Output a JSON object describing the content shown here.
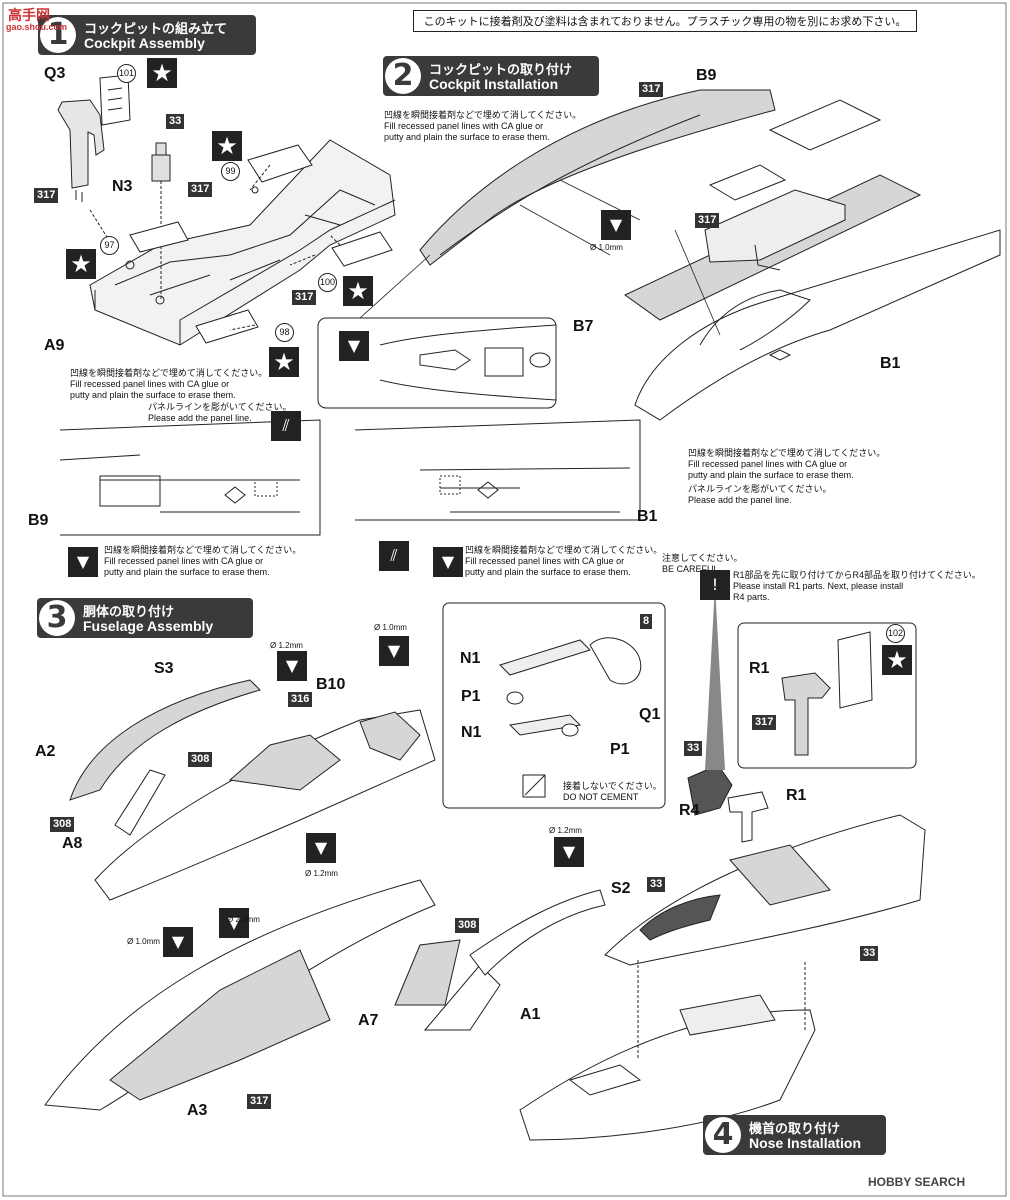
{
  "warning": "このキットに接着剤及び塗料は含まれておりません。プラスチック専用の物を別にお求め下さい。",
  "steps": [
    {
      "num": "1",
      "jp": "コックピットの組み立て",
      "en": "Cockpit Assembly"
    },
    {
      "num": "2",
      "jp": "コックピットの取り付け",
      "en": "Cockpit Installation"
    },
    {
      "num": "3",
      "jp": "胴体の取り付け",
      "en": "Fuselage Assembly"
    },
    {
      "num": "4",
      "jp": "機首の取り付け",
      "en": "Nose Installation"
    }
  ],
  "notes": {
    "fill_jp": "凹線を瞬間接着剤などで埋めて消してください。",
    "fill_en1": "Fill recessed panel lines with CA glue or",
    "fill_en2": "putty and plain the surface to erase them.",
    "panel_jp": "パネルラインを彫がいてください。",
    "panel_en": "Please add the panel line.",
    "careful_jp": "注意してください。",
    "careful_en": "BE CAREFUL",
    "r1_jp": "R1部品を先に取り付けてからR4部品を取り付けてください。",
    "r1_en1": "Please install R1 parts. Next, please install",
    "r1_en2": "R4 parts.",
    "nocement_jp": "接着しないでください。",
    "nocement_en": "DO NOT CEMENT"
  },
  "parts": {
    "q3": "Q3",
    "n3": "N3",
    "a9": "A9",
    "b9a": "B9",
    "b7": "B7",
    "b1a": "B1",
    "b9b": "B9",
    "b1b": "B1",
    "s3": "S3",
    "a2": "A2",
    "a8": "A8",
    "b10": "B10",
    "n1a": "N1",
    "p1a": "P1",
    "n1b": "N1",
    "p1b": "P1",
    "q1": "Q1",
    "a7": "A7",
    "a1": "A1",
    "a3": "A3",
    "s2": "S2",
    "r1a": "R1",
    "r4": "R4",
    "r1b": "R1"
  },
  "paint_codes": {
    "c317a": "317",
    "c317b": "317",
    "c317c": "317",
    "c317d": "317",
    "c317e": "317",
    "c317f": "317",
    "c33a": "33",
    "c33b": "33",
    "c33c": "33",
    "c33d": "33",
    "c316": "316",
    "c308a": "308",
    "c308b": "308",
    "c308c": "308",
    "c8": "8"
  },
  "decals": {
    "d101": "101",
    "d99": "99",
    "d97": "97",
    "d100": "100",
    "d98": "98",
    "d102": "102"
  },
  "drill": {
    "h1": "Ø 1.0mm",
    "h2": "Ø 1.2mm",
    "h3": "Ø 1.0mm",
    "h4": "Ø 1.2mm",
    "h5": "Ø 2.0mm",
    "h6": "Ø 1.0mm",
    "h7": "Ø 1.2mm"
  },
  "watermark": {
    "left": "高手网",
    "left_url": "gao.shou.com",
    "right": "HOBBY SEARCH"
  },
  "colors": {
    "step_bg": "#3a3a3a",
    "tag_bg": "#333333",
    "shade": "#d6d6d6",
    "line": "#222222"
  }
}
